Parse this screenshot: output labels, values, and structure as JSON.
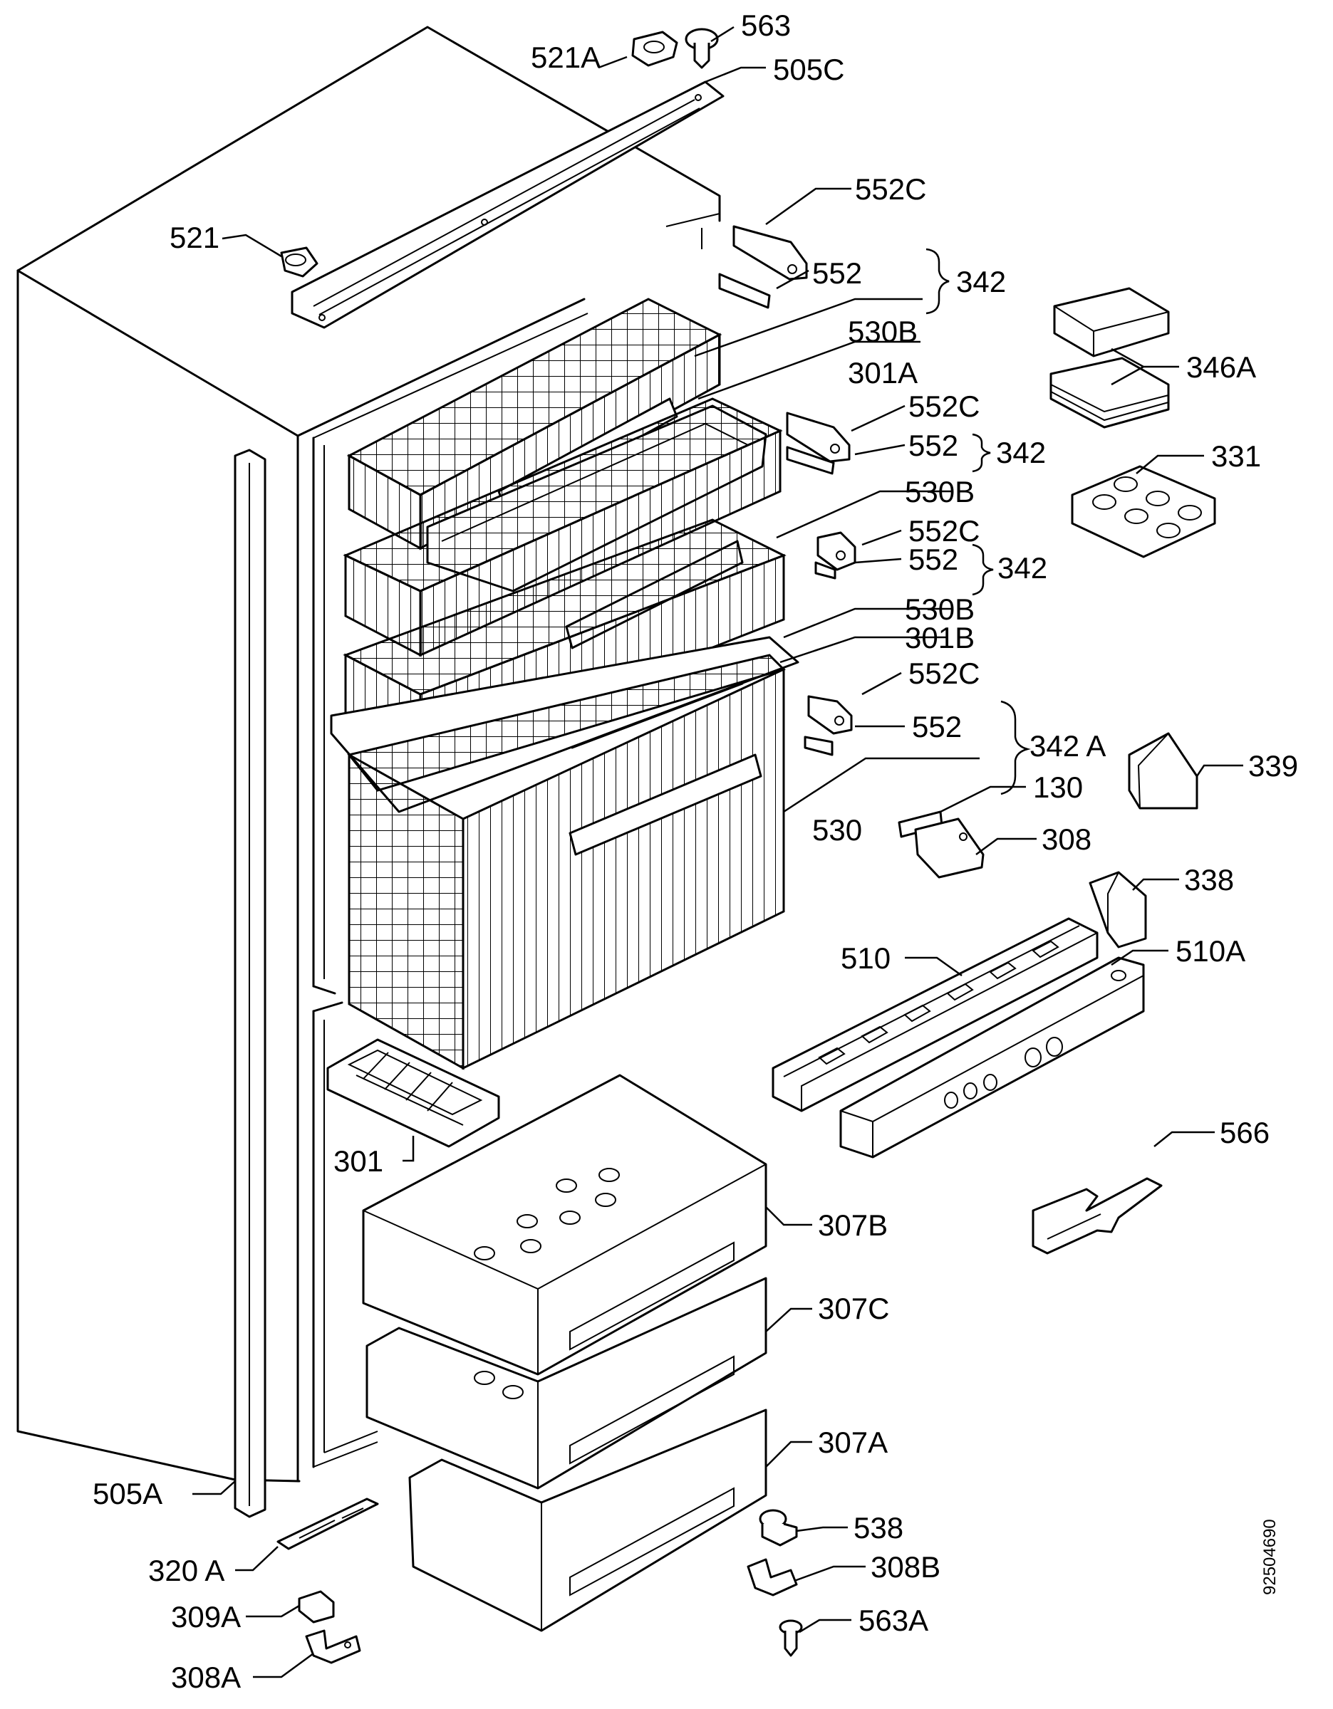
{
  "diagram": {
    "document_number": "92504690",
    "labels": {
      "l563": "563",
      "l521A": "521A",
      "l505C": "505C",
      "l552C_1": "552C",
      "l521": "521",
      "l552_1": "552",
      "l342_1": "342",
      "l530B_1": "530B",
      "l301A": "301A",
      "l346A": "346A",
      "l552C_2": "552C",
      "l552_2": "552",
      "l342_2": "342",
      "l331": "331",
      "l530B_2": "530B",
      "l552C_3": "552C",
      "l552_3": "552",
      "l342_3": "342",
      "l530B_3": "530B",
      "l301B": "301B",
      "l552C_4": "552C",
      "l552_4": "552",
      "l342A": "342 A",
      "l339": "339",
      "l130": "130",
      "l530": "530",
      "l308": "308",
      "l338": "338",
      "l510": "510",
      "l510A": "510A",
      "l566": "566",
      "l301": "301",
      "l307B": "307B",
      "l307C": "307C",
      "l307A": "307A",
      "l505A": "505A",
      "l538": "538",
      "l320A": "320 A",
      "l308B": "308B",
      "l563A": "563A",
      "l309A": "309A",
      "l308A": "308A"
    }
  }
}
